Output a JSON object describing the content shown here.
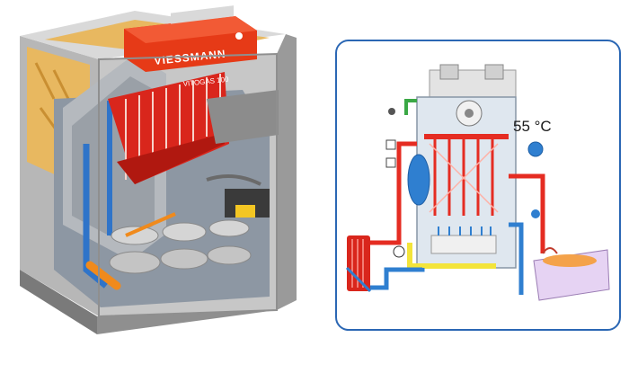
{
  "boiler": {
    "brand": "VIESSMANN",
    "model": "VITOGAS 100",
    "colors": {
      "casing": "#c8c8c8",
      "panel": "#e63a17",
      "insulation": "#e8b860",
      "water": "#2f74c9"
    }
  },
  "schematic": {
    "temperature_readout": "55 °C",
    "colors": {
      "frame": "#2b67b4",
      "hot": "#e52c22",
      "cold": "#2f7fd0",
      "gas": "#f3e43a",
      "tub": "#e6d3f3"
    }
  }
}
